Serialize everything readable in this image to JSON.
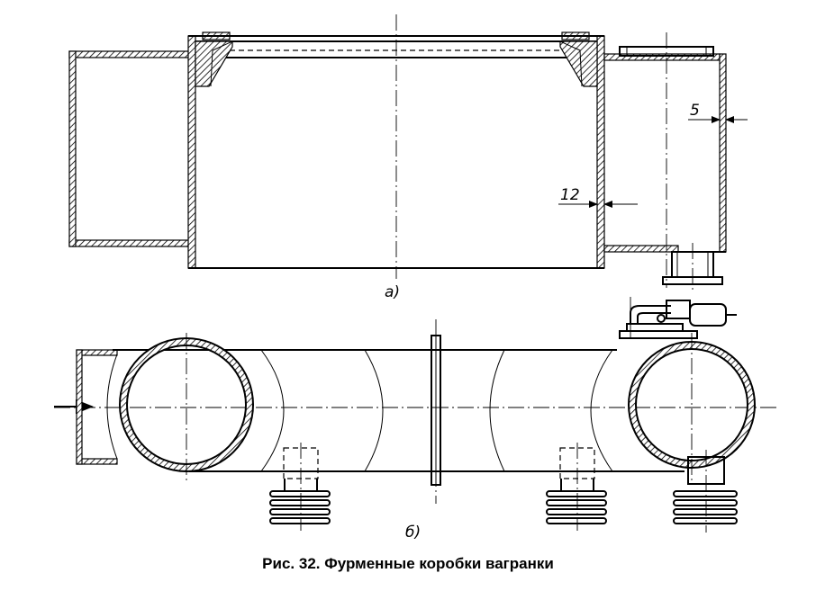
{
  "views": {
    "a_label": "а)",
    "b_label": "б)"
  },
  "dimensions": {
    "wall_outer": "5",
    "wall_main": "12"
  },
  "caption": "Рис. 32. Фурменные коробки вагранки"
}
